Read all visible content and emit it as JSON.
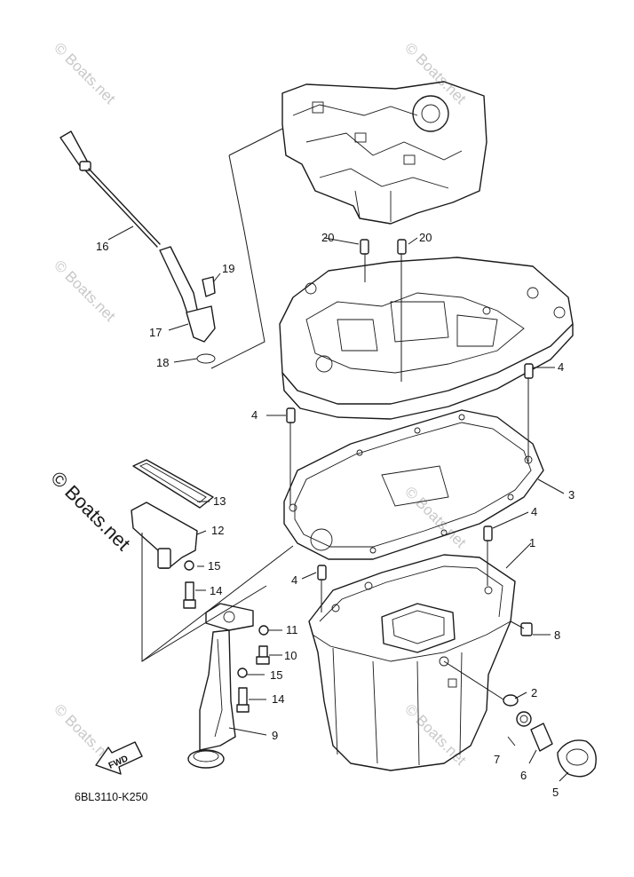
{
  "diagram_code": "6BL3110-K250",
  "watermark_text": "© Boats.net",
  "copyright_label": "© Boats.net",
  "fwd_label": "FWD",
  "callouts": {
    "c1": "1",
    "c2": "2",
    "c3": "3",
    "c4a": "4",
    "c4b": "4",
    "c4c": "4",
    "c4d": "4",
    "c5": "5",
    "c6": "6",
    "c7": "7",
    "c8": "8",
    "c9": "9",
    "c10": "10",
    "c11": "11",
    "c12": "12",
    "c13": "13",
    "c14a": "14",
    "c14b": "14",
    "c15a": "15",
    "c15b": "15",
    "c16": "16",
    "c17": "17",
    "c18": "18",
    "c19": "19",
    "c20a": "20",
    "c20b": "20"
  }
}
